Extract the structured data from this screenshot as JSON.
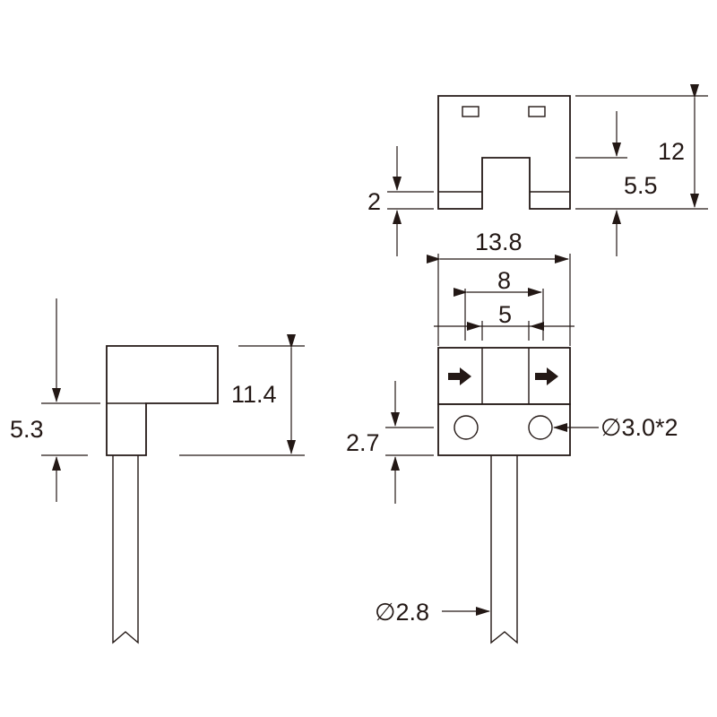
{
  "dimensions": {
    "total_height": "12",
    "slot_depth": "5.5",
    "tab_height": "2",
    "total_width": "13.8",
    "slot_width": "8",
    "window_width": "5",
    "side_height": "11.4",
    "side_upper": "5.3",
    "front_lower": "2.7",
    "hole_callout": "∅3.0*2",
    "cable_callout": "∅2.8"
  },
  "colors": {
    "line": "#231815",
    "background": "#ffffff"
  },
  "icons": [
    "arrow-right-icon",
    "arrow-right-icon"
  ]
}
